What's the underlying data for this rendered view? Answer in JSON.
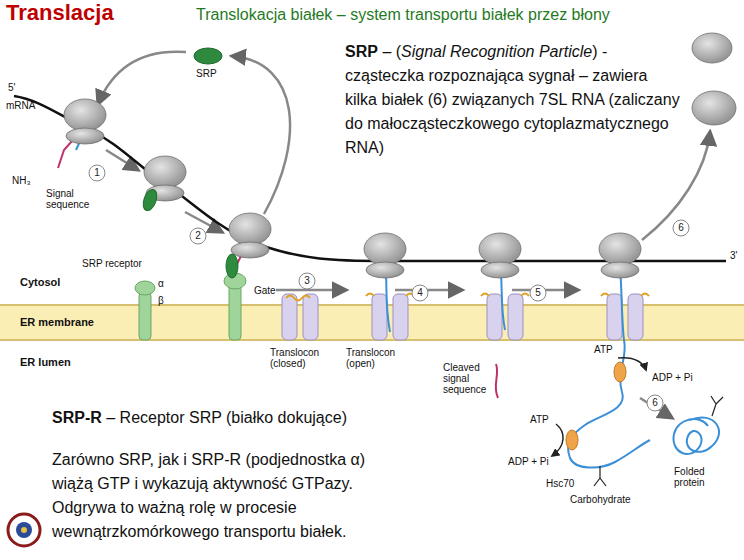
{
  "diagram": {
    "title": "Translacja",
    "labels": [
      "Translokacja białek – system transportu białek przez błony",
      "SRP",
      "– (",
      "Signal Recognition Particle",
      ") - cząsteczka rozpoznająca sygnał – zawiera kilka białek (6) związanych 7SL RNA (zaliczany do małocząsteczkowego cytoplazmatycznego RNA)",
      "5'",
      "mRNA",
      "NH₃",
      "Signal sequence",
      "SRP",
      "1",
      "2",
      "3",
      "4",
      "5",
      "6",
      "6",
      "SRP receptor",
      "α",
      "β",
      "Gate",
      "Cytosol",
      "ER membrane",
      "ER lumen",
      "Translocon (closed)",
      "Translocon (open)",
      "Cleaved signal sequence",
      "ATP",
      "ADP + Pi",
      "ATP",
      "ADP + Pi",
      "Hsc70",
      "Carbohydrate",
      "Folded protein",
      "3'",
      "SRP-R",
      "– Receptor SRP (białko dokujące)",
      "Zarówno SRP, jak i SRP-R (podjednostka α) wiążą GTP i wykazują aktywność GTPazy. Odgrywa to ważną rolę w procesie wewnątrzkomórkowego transportu białek."
    ]
  }
}
